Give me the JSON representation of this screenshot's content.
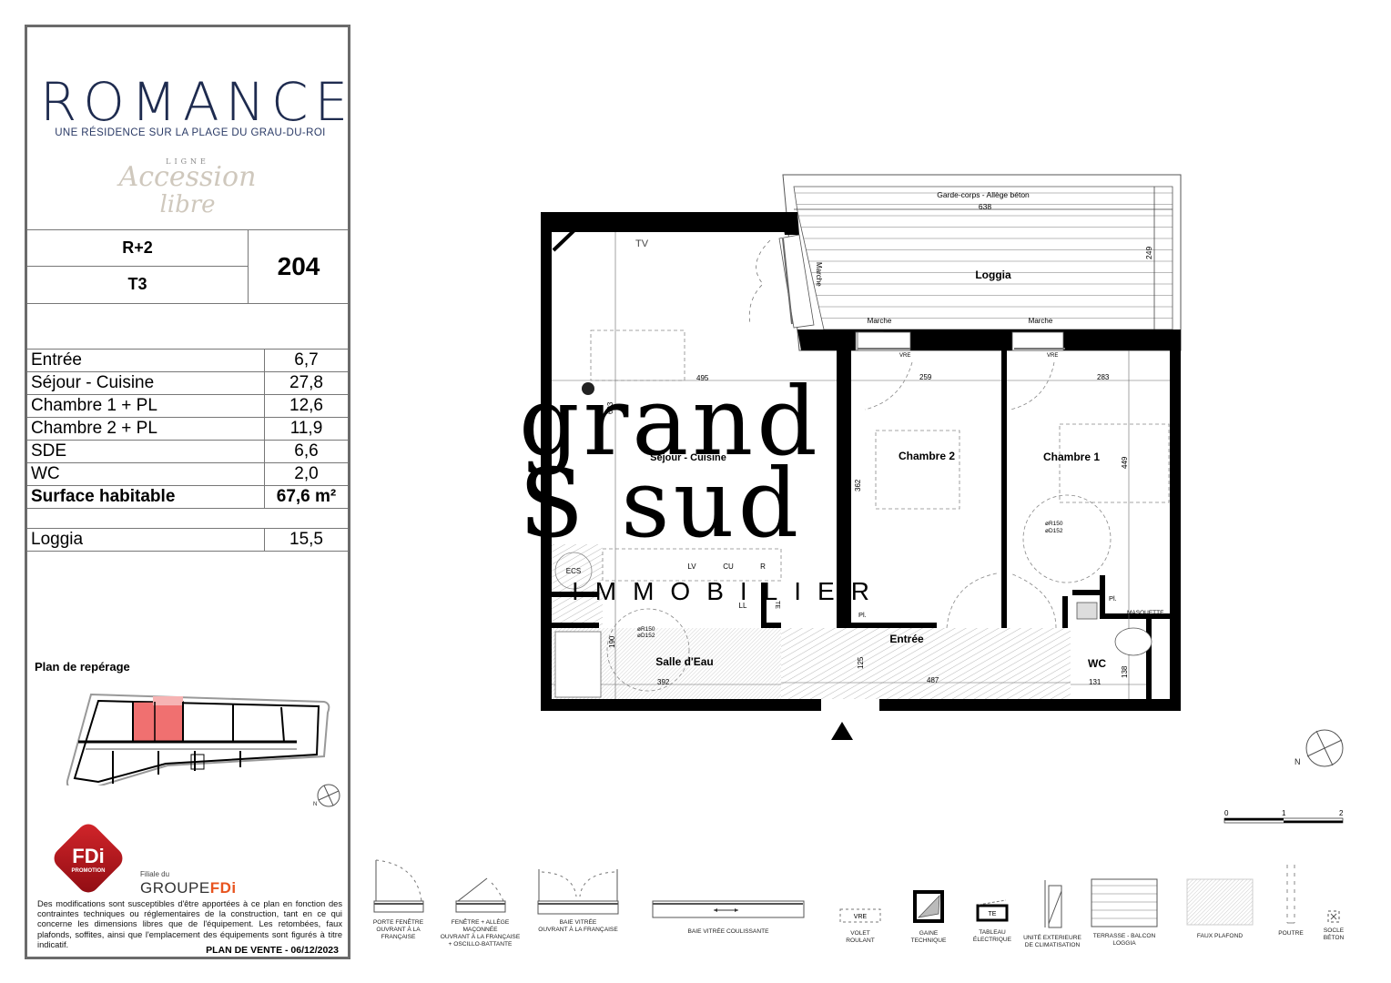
{
  "brand": {
    "title": "ROMANCE",
    "subtitle": "UNE RÉSIDENCE SUR LA PLAGE DU GRAU-DU-ROI",
    "ligne": "LIGNE",
    "script_line1": "Accession",
    "script_line2": "libre"
  },
  "unit": {
    "floor": "R+2",
    "type": "T3",
    "lot_number": "204"
  },
  "surfaces": {
    "rows": [
      {
        "label": "Entrée",
        "value": "6,7"
      },
      {
        "label": "Séjour - Cuisine",
        "value": "27,8"
      },
      {
        "label": "Chambre 1 + PL",
        "value": "12,6"
      },
      {
        "label": "Chambre 2 + PL",
        "value": "11,9"
      },
      {
        "label": "SDE",
        "value": "6,6"
      },
      {
        "label": "WC",
        "value": "2,0"
      }
    ],
    "total": {
      "label": "Surface habitable",
      "value": "67,6 m²"
    },
    "loggia": {
      "label": "Loggia",
      "value": "15,5"
    }
  },
  "reperage": {
    "title": "Plan de repérage",
    "highlight_color": "#f07070",
    "highlight_light_color": "#f6b3b3"
  },
  "footer": {
    "logo_text": "FDi",
    "logo_sub": "PROMOTION",
    "logo_color": "#b5121b",
    "filiale": "Filiale du",
    "group_prefix": "GROUPE",
    "group_suffix": "FDi",
    "group_accent": "#e8541f",
    "disclaimer": "Des modifications sont susceptibles d'être apportées à ce plan en fonction des contraintes techniques ou réglementaires de la construction, tant en ce qui concerne les dimensions libres que de l'équipement. Les retombées, faux plafonds, soffites, ainsi que l'emplacement des équipements sont figurés à titre indicatif.",
    "plan_vente": "PLAN DE VENTE - 06/12/2023"
  },
  "plan": {
    "rooms": {
      "sejour": "Séjour - Cuisine",
      "chambre1": "Chambre 1",
      "chambre2": "Chambre 2",
      "entree": "Entrée",
      "salle_eau": "Salle d'Eau",
      "wc": "WC",
      "loggia": "Loggia"
    },
    "labels": {
      "garde_corps": "Garde-corps - Allège béton",
      "marche": "Marche",
      "tv": "TV",
      "ecs": "ECS",
      "lv": "LV",
      "cu": "CU",
      "r": "R",
      "ll": "LL",
      "te": "TE",
      "pl": "Pl.",
      "masquette": "MASQUETTE",
      "vre": "VRE",
      "pmr_r150": "øR150",
      "pmr_d152": "øD152"
    },
    "dimensions": {
      "loggia_width": "638",
      "loggia_depth": "249",
      "sejour_width": "495",
      "sejour_depth": "603",
      "ch2_width": "259",
      "ch1_width": "283",
      "ch1_depth": "449",
      "ch2_depth": "362",
      "sde_width": "392",
      "sde_depth": "190",
      "entree_depth": "125",
      "entree_width": "487",
      "wc_width": "131",
      "wc_depth": "138"
    }
  },
  "watermark": {
    "line1": "grand",
    "line2": "S sud",
    "line3": "IMMOBILIER"
  },
  "scale": {
    "ticks": [
      "0",
      "1",
      "2"
    ]
  },
  "legend": [
    {
      "id": "porte-fenetre",
      "label": "PORTE FENÊTRE\nOUVRANT À LA FRANÇAISE"
    },
    {
      "id": "fenetre-allege",
      "label": "FENÊTRE + ALLÈGE MAÇONNÉE\nOUVRANT À LA FRANÇAISE\n+ OSCILLO-BATTANTE"
    },
    {
      "id": "baie-vitree",
      "label": "BAIE VITRÉE\nOUVRANT À LA FRANÇAISE"
    },
    {
      "id": "baie-coulissante",
      "label": "BAIE VITRÉE COULISSANTE"
    },
    {
      "id": "volet-roulant",
      "label": "VOLET\nROULANT",
      "symbol": "VRE"
    },
    {
      "id": "gaine-technique",
      "label": "GAINE\nTECHNIQUE"
    },
    {
      "id": "tableau-electrique",
      "label": "TABLEAU\nÉLECTRIQUE",
      "symbol": "TE"
    },
    {
      "id": "unite-clim",
      "label": "UNITÉ EXTERIEURE\nDE CLIMATISATION"
    },
    {
      "id": "terrasse",
      "label": "TERRASSE - BALCON\nLOGGIA"
    },
    {
      "id": "faux-plafond",
      "label": "FAUX PLAFOND"
    },
    {
      "id": "poutre",
      "label": "POUTRE"
    },
    {
      "id": "socle-beton",
      "label": "SOCLE\nBÉTON"
    }
  ]
}
